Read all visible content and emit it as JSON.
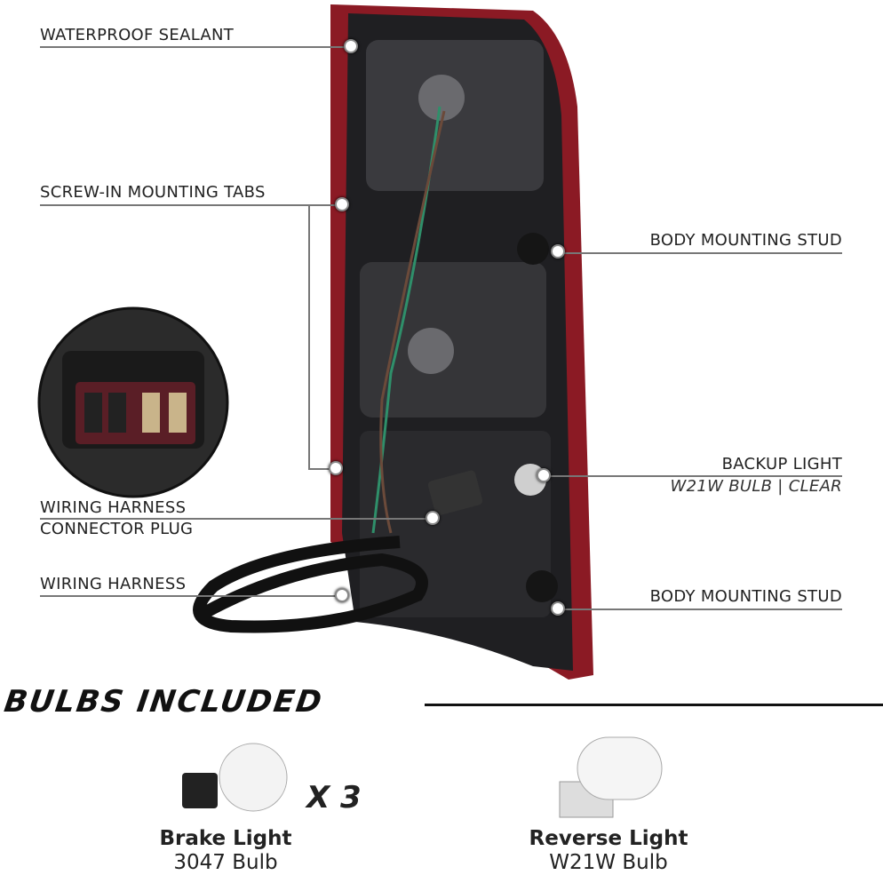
{
  "callouts": {
    "waterproof_sealant": "WATERPROOF SEALANT",
    "mounting_tabs": "SCREW-IN MOUNTING TABS",
    "body_stud_top": "BODY MOUNTING STUD",
    "backup_light": "BACKUP LIGHT",
    "backup_light_sub": "W21W BULB | CLEAR",
    "connector_line1": "WIRING HARNESS",
    "connector_line2": "CONNECTOR PLUG",
    "wiring_harness": "WIRING HARNESS",
    "body_stud_bottom": "BODY MOUNTING STUD"
  },
  "bulbs": {
    "heading": "BULBS INCLUDED",
    "brake": {
      "name": "Brake Light",
      "type": "3047 Bulb",
      "quantity": "X 3"
    },
    "reverse": {
      "name": "Reverse Light",
      "type": "W21W Bulb"
    }
  },
  "colors": {
    "housing_red": "#8b1a24",
    "housing_dark": "#1c1c1e"
  }
}
